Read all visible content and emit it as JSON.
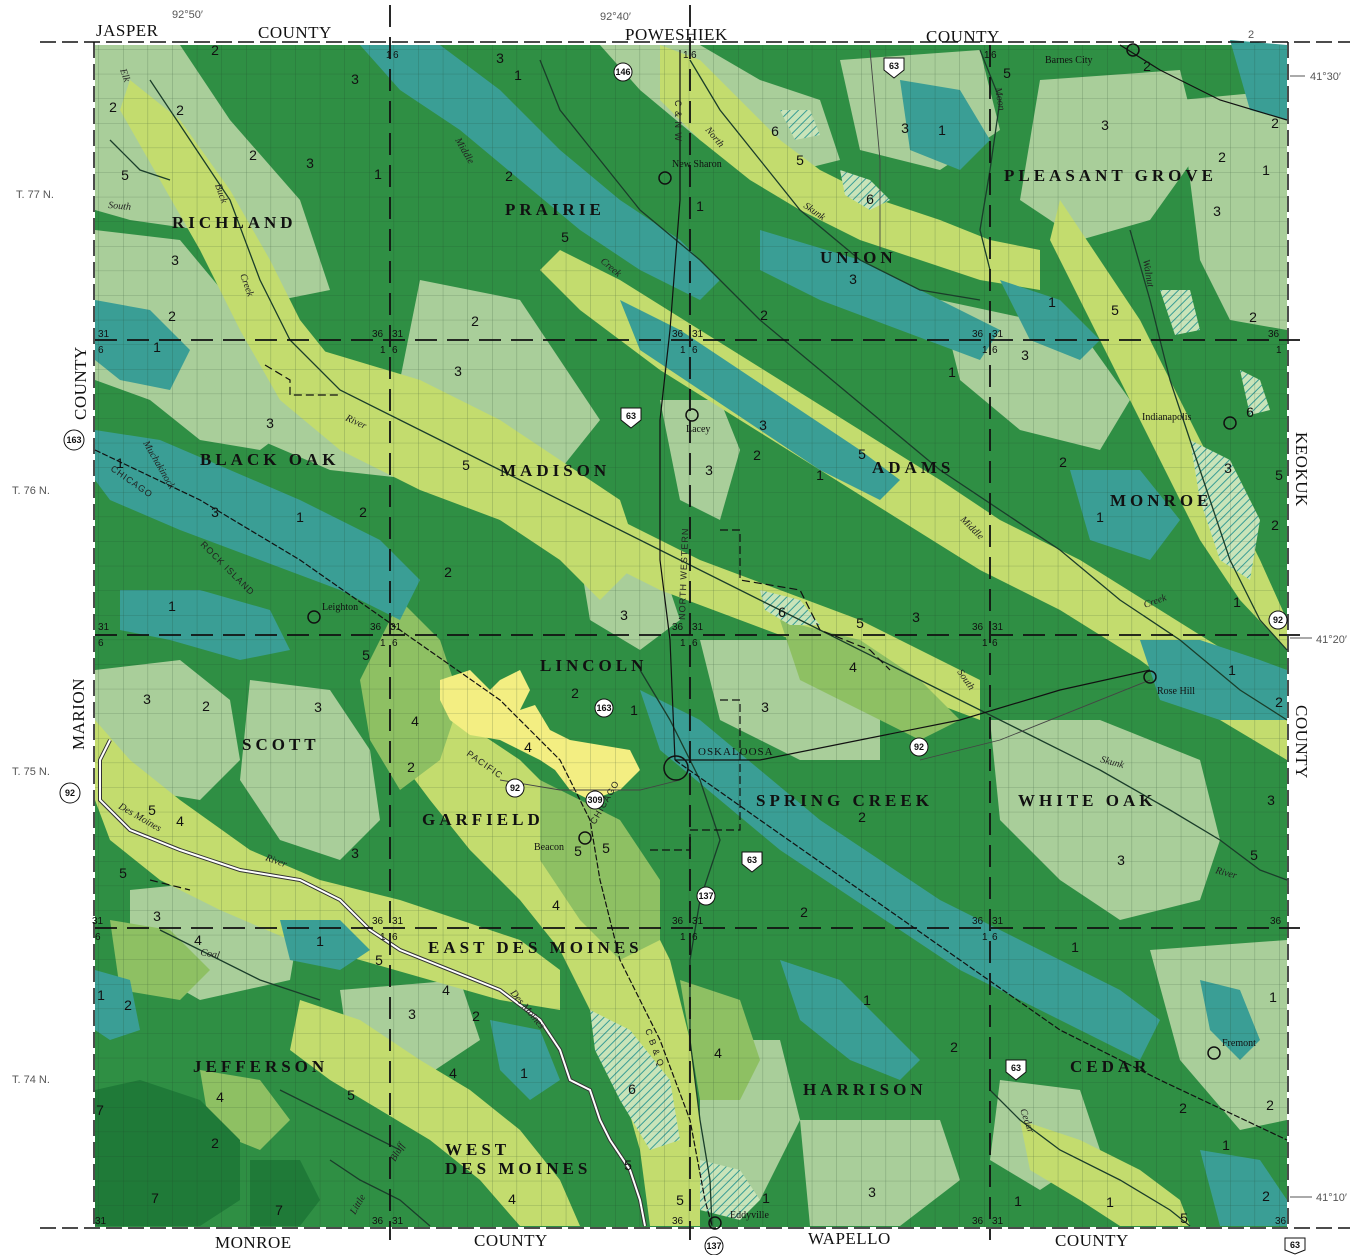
{
  "counties": {
    "top": [
      "JASPER",
      "COUNTY",
      "POWESHIEK",
      "COUNTY"
    ],
    "bottom": [
      "MONROE",
      "COUNTY",
      "WAPELLO",
      "COUNTY"
    ],
    "left_top": "COUNTY",
    "left_bottom": "MARION",
    "right_top": "KEOKUK",
    "right_bottom": "COUNTY"
  },
  "coordinates": {
    "lon_left": "92°50′",
    "lon_mid": "92°40′",
    "lon_right": "2",
    "lat_top": "41°30′",
    "lat_mid": "41°20′",
    "lat_bottom": "41°10′",
    "t77": "T. 77 N.",
    "t76": "T. 76 N.",
    "t75": "T. 75 N.",
    "t74": "T. 74 N."
  },
  "townships": [
    "RICHLAND",
    "PRAIRIE",
    "UNION",
    "PLEASANT GROVE",
    "BLACK OAK",
    "MADISON",
    "ADAMS",
    "MONROE",
    "SCOTT",
    "LINCOLN",
    "SPRING CREEK",
    "WHITE OAK",
    "GARFIELD",
    "EAST DES MOINES",
    "JEFFERSON",
    "WEST",
    "DES MOINES",
    "HARRISON",
    "CEDAR"
  ],
  "towns": [
    "New Sharon",
    "Barnes City",
    "Lacey",
    "Indianapolis",
    "Leighton",
    "OSKALOOSA",
    "Rose Hill",
    "Beacon",
    "Fremont",
    "Eddyville"
  ],
  "highways": [
    "146",
    "63",
    "163",
    "92",
    "309",
    "137"
  ],
  "rivers": [
    "Middle",
    "Creek",
    "North",
    "Skunk",
    "River",
    "South",
    "Muchakinock",
    "Des Moines",
    "Cedar",
    "Little",
    "Bluff",
    "Coal",
    "Buck",
    "Elk",
    "Moon",
    "Walnut"
  ],
  "railroads": [
    "C & N W",
    "CHICAGO",
    "ROCK ISLAND",
    "PACIFIC",
    "NORTH WESTERN",
    "C B & Q"
  ],
  "section_numbers": [
    "1",
    "6",
    "31",
    "36"
  ],
  "map_units": [
    "1",
    "2",
    "3",
    "4",
    "5",
    "6",
    "7"
  ],
  "unit_colors": {
    "1": "#3a9e95",
    "2": "#2f8f44",
    "3": "#a9ce9a",
    "4": "#8ec063",
    "5": "#c3dc6e",
    "6": "#c9e4b9",
    "7": "#1f7a38"
  }
}
